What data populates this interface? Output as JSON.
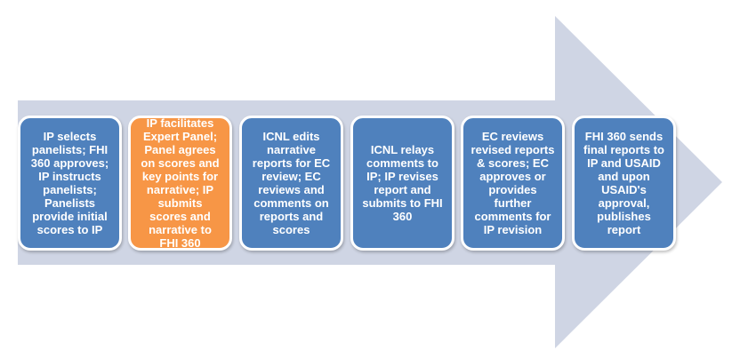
{
  "colors": {
    "arrow_fill": "#cfd5e4",
    "step_blue": "#4f81bd",
    "step_highlight": "#f79646",
    "step_text": "#ffffff",
    "step_border": "#ffffff"
  },
  "steps": [
    {
      "text": "IP selects panelists; FHI 360 approves; IP instructs panelists; Panelists provide initial scores to IP",
      "highlight": false
    },
    {
      "text": "IP facilitates Expert Panel; Panel agrees on scores and key points for narrative; IP submits scores and narrative to FHI 360",
      "highlight": true
    },
    {
      "text": "ICNL edits narrative reports for EC review; EC reviews and comments on reports and scores",
      "highlight": false
    },
    {
      "text": "ICNL relays comments to IP; IP revises report and submits to FHI 360",
      "highlight": false
    },
    {
      "text": "EC reviews revised reports & scores; EC approves or provides further comments for IP revision",
      "highlight": false
    },
    {
      "text": "FHI 360 sends final reports to IP and USAID and upon USAID's approval, publishes report",
      "highlight": false
    }
  ]
}
